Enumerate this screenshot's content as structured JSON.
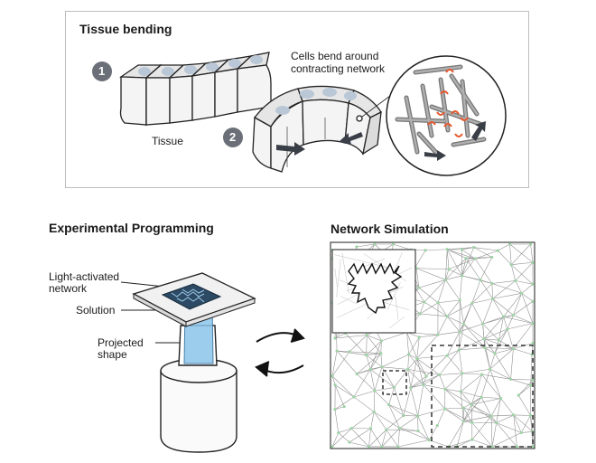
{
  "tissue_bending": {
    "title": "Tissue bending",
    "step1": "1",
    "step2": "2",
    "tissue_label": "Tissue",
    "bend_label_line1": "Cells bend around",
    "bend_label_line2": "contracting network"
  },
  "experimental": {
    "title": "Experimental Programming",
    "light_label_line1": "Light-activated",
    "light_label_line2": "network",
    "solution_label": "Solution",
    "projected_label_line1": "Projected",
    "projected_label_line2": "shape"
  },
  "simulation": {
    "title": "Network Simulation"
  },
  "colors": {
    "cell_nucleus": "#b9c7d6",
    "filament": "#9a9a9a",
    "motor": "#e8562a",
    "arrow": "#3a3f47",
    "light_beam": "#8cc4ea",
    "network_edge": "#8a8a8a",
    "network_node": "#9fd3a6"
  }
}
